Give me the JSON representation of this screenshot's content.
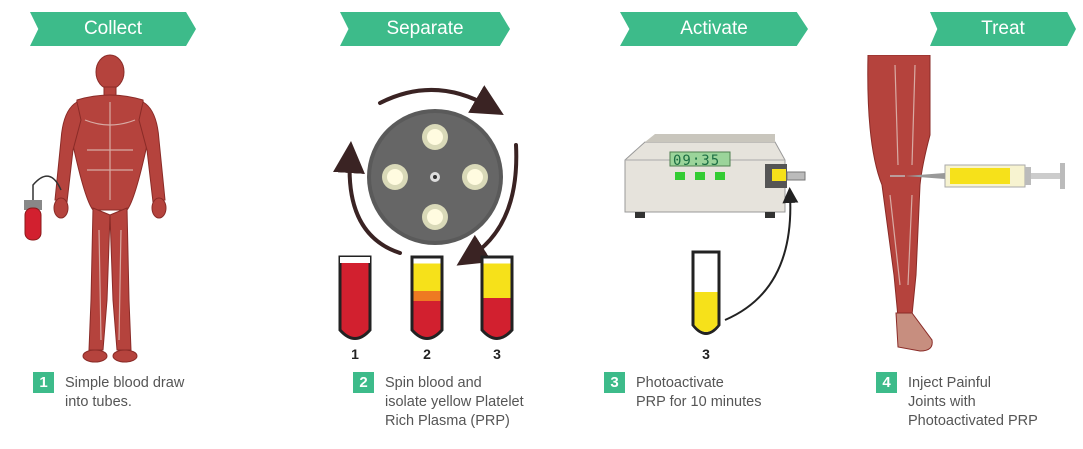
{
  "stages": [
    {
      "title": "Collect"
    },
    {
      "title": "Separate"
    },
    {
      "title": "Activate"
    },
    {
      "title": "Treat"
    }
  ],
  "steps": [
    {
      "number": "1",
      "description": "Simple blood draw\ninto tubes."
    },
    {
      "number": "2",
      "description": "Spin blood and\nisolate yellow Platelet\nRich Plasma (PRP)"
    },
    {
      "number": "3",
      "description": "Photoactivate\nPRP for 10 minutes"
    },
    {
      "number": "4",
      "description": "Inject Painful\nJoints with\nPhotoactivated PRP"
    }
  ],
  "separate_tubes": [
    "1",
    "2",
    "3"
  ],
  "activate_tube": "3",
  "device_display": "09:35",
  "colors": {
    "accent": "#3dbb8a",
    "blood": "#d2202f",
    "plasma_yellow": "#f6e11a",
    "buffy_orange": "#ee7a22",
    "muscle": "#b5433d",
    "centrifuge_gray": "#5a5a5a",
    "arrow_dark": "#3a2323"
  }
}
